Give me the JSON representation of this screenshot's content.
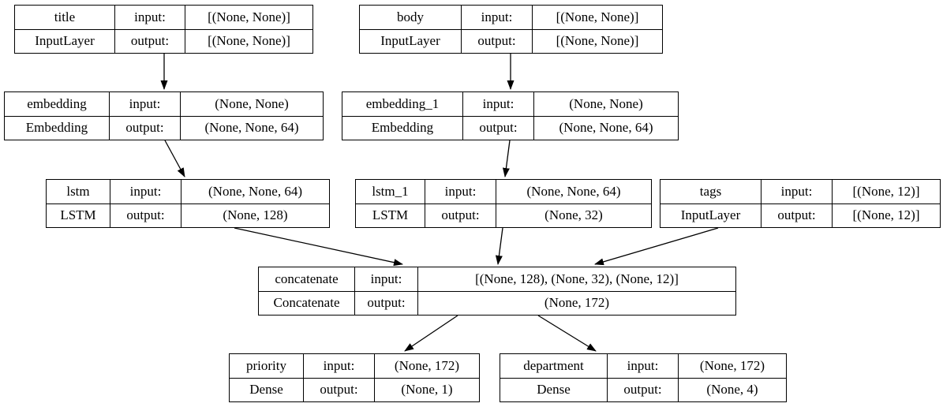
{
  "nodes": [
    {
      "id": "title",
      "layer_name": "title",
      "layer_class": "InputLayer",
      "input_label": "input:",
      "output_label": "output:",
      "input_shape": "[(None, None)]",
      "output_shape": "[(None, None)]"
    },
    {
      "id": "body",
      "layer_name": "body",
      "layer_class": "InputLayer",
      "input_label": "input:",
      "output_label": "output:",
      "input_shape": "[(None, None)]",
      "output_shape": "[(None, None)]"
    },
    {
      "id": "embedding",
      "layer_name": "embedding",
      "layer_class": "Embedding",
      "input_label": "input:",
      "output_label": "output:",
      "input_shape": "(None, None)",
      "output_shape": "(None, None, 64)"
    },
    {
      "id": "embedding_1",
      "layer_name": "embedding_1",
      "layer_class": "Embedding",
      "input_label": "input:",
      "output_label": "output:",
      "input_shape": "(None, None)",
      "output_shape": "(None, None, 64)"
    },
    {
      "id": "lstm",
      "layer_name": "lstm",
      "layer_class": "LSTM",
      "input_label": "input:",
      "output_label": "output:",
      "input_shape": "(None, None, 64)",
      "output_shape": "(None, 128)"
    },
    {
      "id": "lstm_1",
      "layer_name": "lstm_1",
      "layer_class": "LSTM",
      "input_label": "input:",
      "output_label": "output:",
      "input_shape": "(None, None, 64)",
      "output_shape": "(None, 32)"
    },
    {
      "id": "tags",
      "layer_name": "tags",
      "layer_class": "InputLayer",
      "input_label": "input:",
      "output_label": "output:",
      "input_shape": "[(None, 12)]",
      "output_shape": "[(None, 12)]"
    },
    {
      "id": "concatenate",
      "layer_name": "concatenate",
      "layer_class": "Concatenate",
      "input_label": "input:",
      "output_label": "output:",
      "input_shape": "[(None, 128), (None, 32), (None, 12)]",
      "output_shape": "(None, 172)"
    },
    {
      "id": "priority",
      "layer_name": "priority",
      "layer_class": "Dense",
      "input_label": "input:",
      "output_label": "output:",
      "input_shape": "(None, 172)",
      "output_shape": "(None, 1)"
    },
    {
      "id": "department",
      "layer_name": "department",
      "layer_class": "Dense",
      "input_label": "input:",
      "output_label": "output:",
      "input_shape": "(None, 172)",
      "output_shape": "(None, 4)"
    }
  ],
  "edges": [
    {
      "from": "title",
      "to": "embedding"
    },
    {
      "from": "body",
      "to": "embedding_1"
    },
    {
      "from": "embedding",
      "to": "lstm"
    },
    {
      "from": "embedding_1",
      "to": "lstm_1"
    },
    {
      "from": "lstm",
      "to": "concatenate"
    },
    {
      "from": "lstm_1",
      "to": "concatenate"
    },
    {
      "from": "tags",
      "to": "concatenate"
    },
    {
      "from": "concatenate",
      "to": "priority"
    },
    {
      "from": "concatenate",
      "to": "department"
    }
  ],
  "colors": {
    "line": "#000000",
    "background": "#ffffff"
  }
}
